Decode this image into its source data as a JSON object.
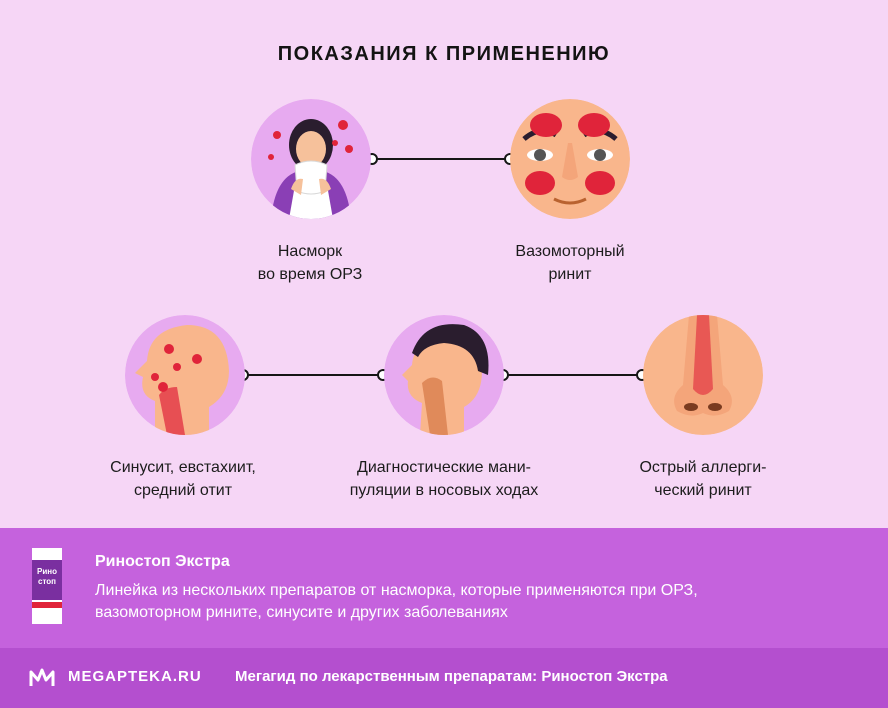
{
  "title": "ПОКАЗАНИЯ К ПРИМЕНЕНИЮ",
  "indications": [
    {
      "line1": "Насморк",
      "line2": "во время ОРЗ"
    },
    {
      "line1": "Вазомоторный",
      "line2": "ринит"
    },
    {
      "line1": "Синусит, евстахиит,",
      "line2": "средний отит"
    },
    {
      "line1": "Диагностические мани-",
      "line2": "пуляции в носовых ходах"
    },
    {
      "line1": "Острый аллерги-",
      "line2": "ческий ринит"
    }
  ],
  "product": {
    "name": "Риностоп Экстра",
    "description_line1": "Линейка из нескольких препаратов от насморка, которые применяются при ОРЗ,",
    "description_line2": "вазомоторном рините, синусите и других заболеваниях",
    "box_text": "Рино стоп"
  },
  "footer": {
    "logo": "MEGAPTEKA.RU",
    "text": "Мегагид по лекарственным препаратам: Риностоп Экстра"
  },
  "colors": {
    "background": "#f6d6f6",
    "circle": "#e7aaf0",
    "product_band": "#c562dd",
    "footer": "#b44fcf",
    "virus": "#e0243a"
  }
}
